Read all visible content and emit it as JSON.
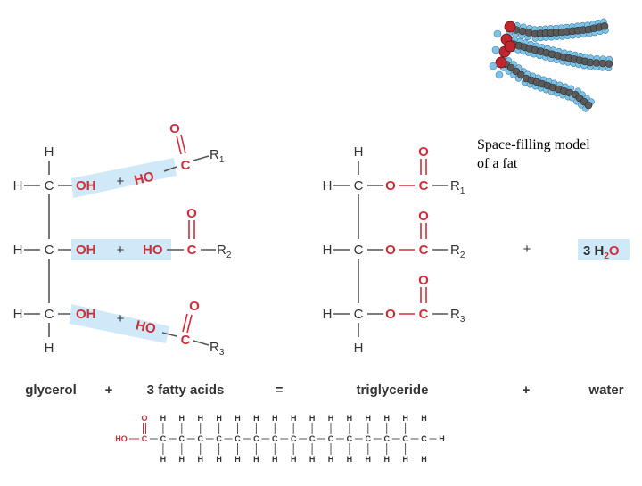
{
  "caption": {
    "line1": "Space-filling model",
    "line2": "of a fat"
  },
  "atoms": {
    "H": "H",
    "C": "C",
    "O": "O",
    "OH": "OH",
    "HO": "HO",
    "R": "R",
    "sub1": "1",
    "sub2": "2",
    "sub3": "3"
  },
  "operators": {
    "plus": "+",
    "equals": "="
  },
  "water_product": {
    "prefix": "3 H",
    "sub": "2",
    "suffix": "O"
  },
  "labels": {
    "glycerol": "glycerol",
    "fatty_acids": "3 fatty acids",
    "triglyceride": "triglyceride",
    "water": "water"
  },
  "colors": {
    "oxygen_red": "#cf2f3a",
    "highlight_blue": "#cfe9f8",
    "bond_gray": "#555555"
  }
}
